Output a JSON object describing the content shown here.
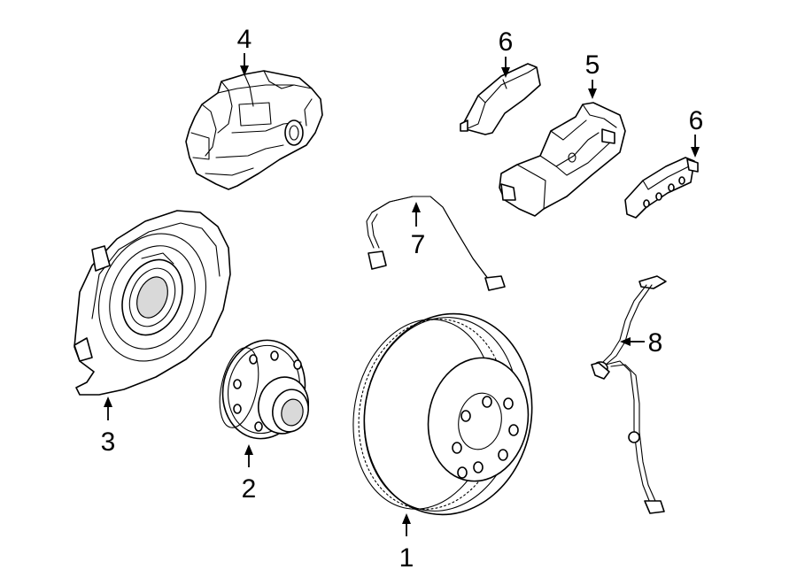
{
  "colors": {
    "line": "#000000",
    "background": "#ffffff",
    "shade": "#d9d9d9"
  },
  "callouts": [
    {
      "id": "1",
      "label": "1"
    },
    {
      "id": "2",
      "label": "2"
    },
    {
      "id": "3",
      "label": "3"
    },
    {
      "id": "4",
      "label": "4"
    },
    {
      "id": "5",
      "label": "5"
    },
    {
      "id": "6a",
      "label": "6"
    },
    {
      "id": "6b",
      "label": "6"
    },
    {
      "id": "7",
      "label": "7"
    },
    {
      "id": "8",
      "label": "8"
    }
  ]
}
